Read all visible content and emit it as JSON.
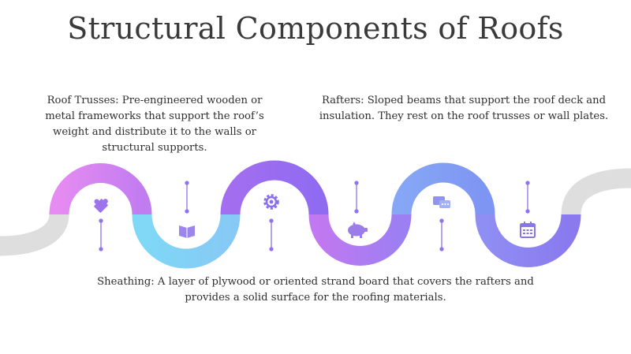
{
  "title": "Structural Components of Roofs",
  "components": [
    {
      "id": "trusses",
      "text": "Roof Trusses: Pre-engineered wooden or metal frameworks that support the roof’s weight and distribute it to the walls or structural supports."
    },
    {
      "id": "rafters",
      "text": "Rafters: Sloped beams that support the roof deck and insulation. They rest on the roof trusses or wall plates."
    },
    {
      "id": "sheathing",
      "text": "Sheathing: A layer of plywood or oriented strand board that covers the rafters and provides a solid surface for the roofing materials."
    }
  ],
  "icons": [
    "puzzle-icon",
    "book-icon",
    "gear-icon",
    "piggy-bank-icon",
    "chat-icon",
    "calendar-icon"
  ],
  "colors": {
    "path_gray": "#dcdcdc",
    "pink": "#e28af0",
    "violet": "#b36ef0",
    "purple": "#9a6cf2",
    "cyan": "#7fd9f5",
    "blue": "#7f98f3",
    "icon": "#8f74ea"
  }
}
